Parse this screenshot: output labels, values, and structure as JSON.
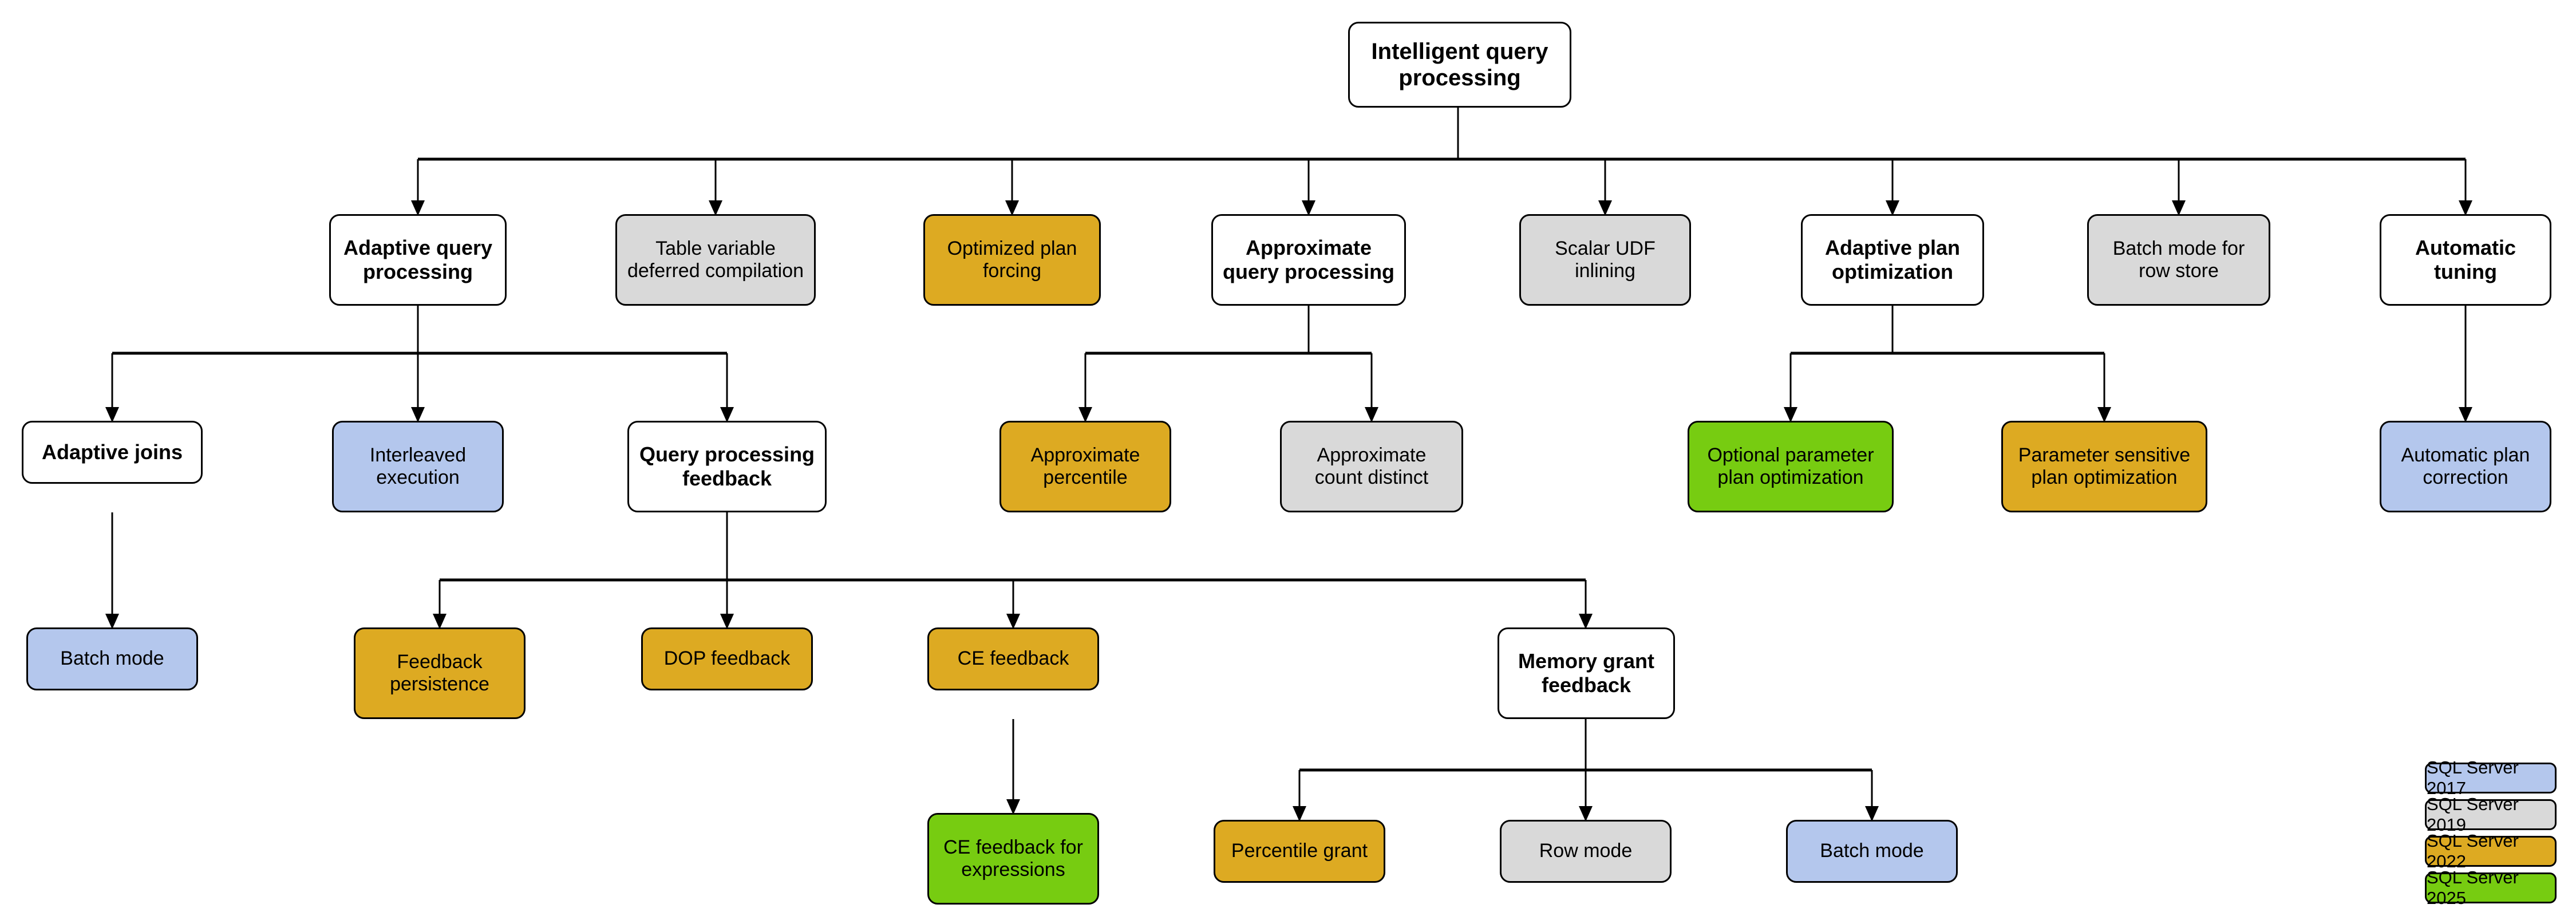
{
  "diagram": {
    "title": "Intelligent query processing",
    "palette": {
      "sql_server_2017": "#b4c7ed",
      "sql_server_2019": "#d9d9d9",
      "sql_server_2022": "#ddaa22",
      "sql_server_2025": "#77cc11",
      "neutral": "#ffffff",
      "stroke": "#000000"
    },
    "nodes": {
      "root": "Intelligent query processing",
      "adaptive_query_processing": "Adaptive query\nprocessing",
      "table_variable_deferred_compilation": "Table variable\ndeferred compilation",
      "optimized_plan_forcing": "Optimized plan\nforcing",
      "approximate_query_processing": "Approximate\nquery processing",
      "scalar_udf_inlining": "Scalar UDF\ninlining",
      "adaptive_plan_optimization": "Adaptive plan\noptimization",
      "batch_mode_for_row_store": "Batch mode for\nrow store",
      "automatic_tuning": "Automatic\ntuning",
      "adaptive_joins": "Adaptive joins",
      "interleaved_execution": "Interleaved\nexecution",
      "query_processing_feedback": "Query processing\nfeedback",
      "approximate_percentile": "Approximate\npercentile",
      "approximate_count_distinct": "Approximate\ncount distinct",
      "optional_parameter_plan_optimization": "Optional parameter\nplan optimization",
      "parameter_sensitive_plan_optimization": "Parameter sensitive\nplan optimization",
      "automatic_plan_correction": "Automatic plan\ncorrection",
      "batch_mode": "Batch mode",
      "feedback_persistence": "Feedback\npersistence",
      "dop_feedback": "DOP feedback",
      "ce_feedback": "CE feedback",
      "memory_grant_feedback": "Memory grant\nfeedback",
      "ce_feedback_for_expressions": "CE feedback for\nexpressions",
      "percentile_grant": "Percentile grant",
      "row_mode": "Row mode",
      "batch_mode_mgf": "Batch mode"
    },
    "legend": [
      {
        "label": "SQL Server 2017",
        "color": "#b4c7ed"
      },
      {
        "label": "SQL Server 2019",
        "color": "#d9d9d9"
      },
      {
        "label": "SQL Server 2022",
        "color": "#ddaa22"
      },
      {
        "label": "SQL Server 2025",
        "color": "#77cc11"
      }
    ]
  }
}
